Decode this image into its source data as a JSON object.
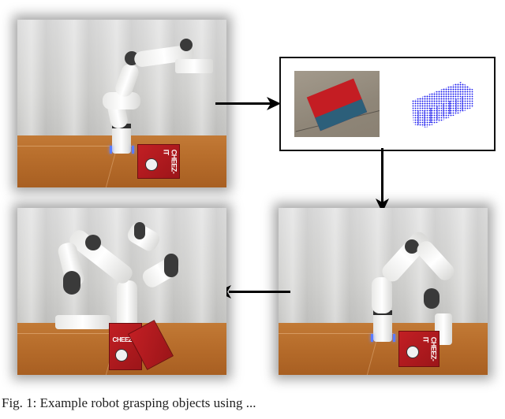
{
  "figure": {
    "panels": [
      {
        "id": "initial-state",
        "description": "Robot arm above table with red cracker box standing upright",
        "box_label": "CHEEZ-IT"
      },
      {
        "id": "perception",
        "description": "RGB crop of cracker box and blue point cloud reconstruction",
        "point_cloud_color": "#1010ee"
      },
      {
        "id": "grasp",
        "description": "Robot arm grasping cracker box near table",
        "box_label": "CHEEZ-IT"
      },
      {
        "id": "lift",
        "description": "Robot arm lifting and tilting cracker box",
        "box_label": "CHEEZ-IT"
      }
    ],
    "arrows": [
      {
        "from": "initial-state",
        "to": "perception",
        "direction": "right"
      },
      {
        "from": "perception",
        "to": "grasp",
        "direction": "down"
      },
      {
        "from": "grasp",
        "to": "lift",
        "direction": "left"
      }
    ],
    "caption": "Fig. 1: Example robot grasping objects using ..."
  },
  "colors": {
    "arrow": "#000000",
    "box_border": "#111111",
    "box_red": "#c21f24",
    "table": "#b8702e",
    "wall": "#d6d6d4",
    "point_cloud": "#1010ee"
  }
}
